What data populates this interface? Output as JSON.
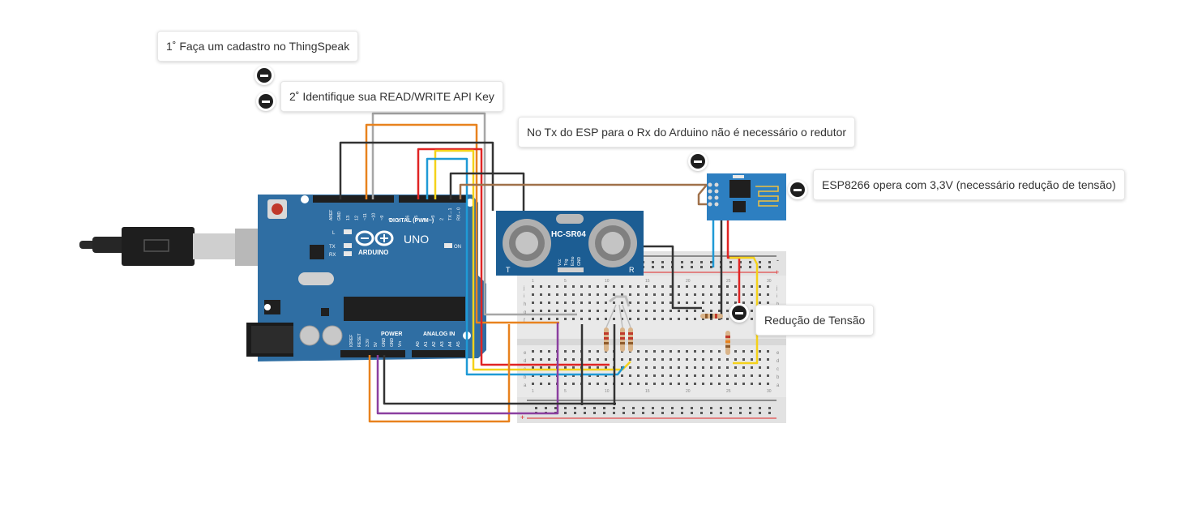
{
  "notes": {
    "note1": "1˚ Faça um cadastro no ThingSpeak",
    "note2": "2˚ Identifique sua READ/WRITE API Key",
    "note3": "No Tx do ESP para o Rx do Arduino não é necessário o redutor",
    "note4": "ESP8266 opera com 3,3V (necessário redução de tensão)",
    "note5": "Redução de Tensão"
  },
  "arduino": {
    "brand": "ARDUINO",
    "model": "UNO",
    "digital_label": "DIGITAL (PWM~)",
    "power_label": "POWER",
    "analog_label": "ANALOG IN",
    "on_label": "ON",
    "l_label": "L",
    "tx_label": "TX",
    "rx_label": "RX",
    "aref_label": "AREF",
    "gnd_label": "GND",
    "digital_pins": [
      "13",
      "12",
      "~11",
      "~10",
      "~9",
      "8",
      "7",
      "~6",
      "~5",
      "4",
      "~3",
      "2",
      "TX→1",
      "RX←0"
    ],
    "power_pins": [
      "IOREF",
      "RESET",
      "3.3V",
      "5V",
      "GND",
      "GND",
      "Vin"
    ],
    "analog_pins": [
      "A0",
      "A1",
      "A2",
      "A3",
      "A4",
      "A5"
    ]
  },
  "sensor": {
    "name": "HC-SR04",
    "pins": [
      "Vcc",
      "Trig",
      "Echo",
      "GND"
    ],
    "t_label": "T",
    "r_label": "R"
  },
  "breadboard": {
    "plus": "+",
    "minus": "-",
    "rows_top": [
      "j",
      "i",
      "h",
      "g",
      "f"
    ],
    "rows_bottom": [
      "e",
      "d",
      "c",
      "b",
      "a"
    ],
    "cols": [
      "1",
      "5",
      "10",
      "15",
      "20",
      "25",
      "30"
    ]
  },
  "colors": {
    "board": "#2f6ea3",
    "wire_black": "#333333",
    "wire_orange": "#e8821e",
    "wire_red": "#e02424",
    "wire_blue": "#1f9ad6",
    "wire_yellow": "#f5d21a",
    "wire_gray": "#a6a6a6",
    "wire_purple": "#8b3fa0",
    "wire_brown": "#a0714a",
    "esp": "#2d7fc1"
  },
  "icons": [
    "collapse-pin-icon",
    "usb-cable-icon"
  ]
}
